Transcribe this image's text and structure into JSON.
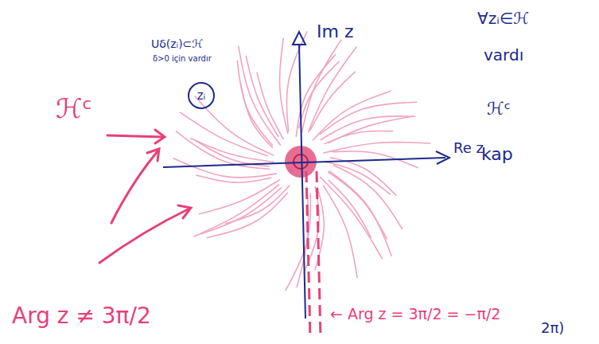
{
  "diagram": {
    "nodes": [
      {
        "text": [
          "zᵢ"
        ]
      }
    ],
    "labels": [
      "Im z",
      "Re z",
      "Uδ(zᵢ)⊂ℋ",
      "δ>0 için vardır",
      "ℋᶜ",
      "Arg z ≠ 3π/2",
      "← Arg z = 3π/2 = −π/2",
      "∀zᵢ∈ℋ",
      "vardı",
      "ℋᶜ",
      "kap",
      "2π)"
    ]
  }
}
